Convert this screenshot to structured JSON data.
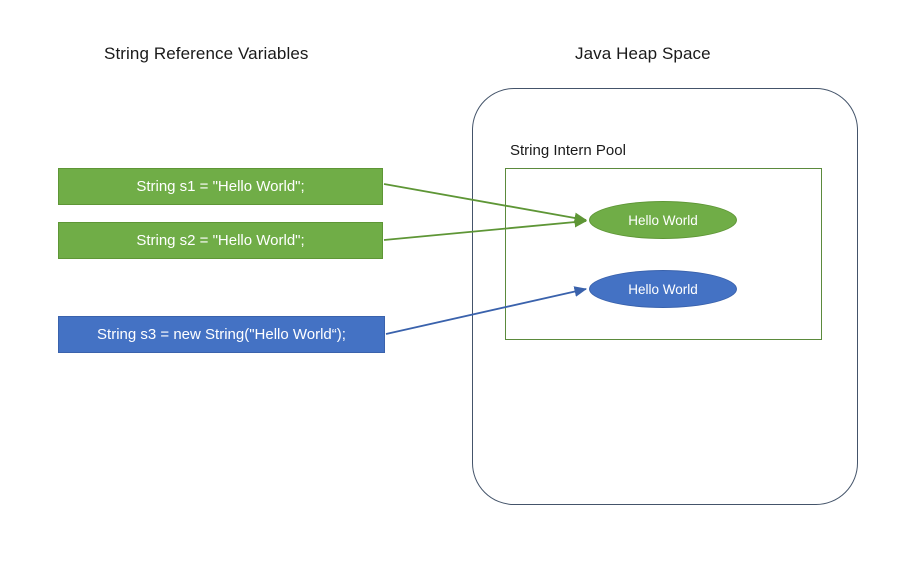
{
  "headings": {
    "left": "String Reference  Variables",
    "right": "Java Heap Space"
  },
  "heap": {
    "pool_label": "String Intern Pool",
    "objects": [
      {
        "label": "Hello World",
        "color": "#70ad47"
      },
      {
        "label": "Hello World",
        "color": "#4472c4"
      }
    ]
  },
  "references": [
    {
      "code": "String s1 = \"Hello World\";",
      "color": "#70ad47"
    },
    {
      "code": "String s2 = \"Hello World\";",
      "color": "#70ad47"
    },
    {
      "code": "String s3 = new String(\"Hello World“);",
      "color": "#4472c4"
    }
  ],
  "arrows": [
    {
      "from": "String s1 = \"Hello World\";",
      "to": "Hello World (intern)",
      "color": "#70ad47"
    },
    {
      "from": "String s2 = \"Hello World\";",
      "to": "Hello World (intern)",
      "color": "#70ad47"
    },
    {
      "from": "String s3 = new String(\"Hello World“);",
      "to": "Hello World (heap)",
      "color": "#4472c4"
    }
  ],
  "colors": {
    "green": "#70ad47",
    "blue": "#4472c4",
    "heap_border": "#44546a",
    "pool_border": "#5b8a3c",
    "background": "#ffffff",
    "text": "#1a1a1a"
  }
}
